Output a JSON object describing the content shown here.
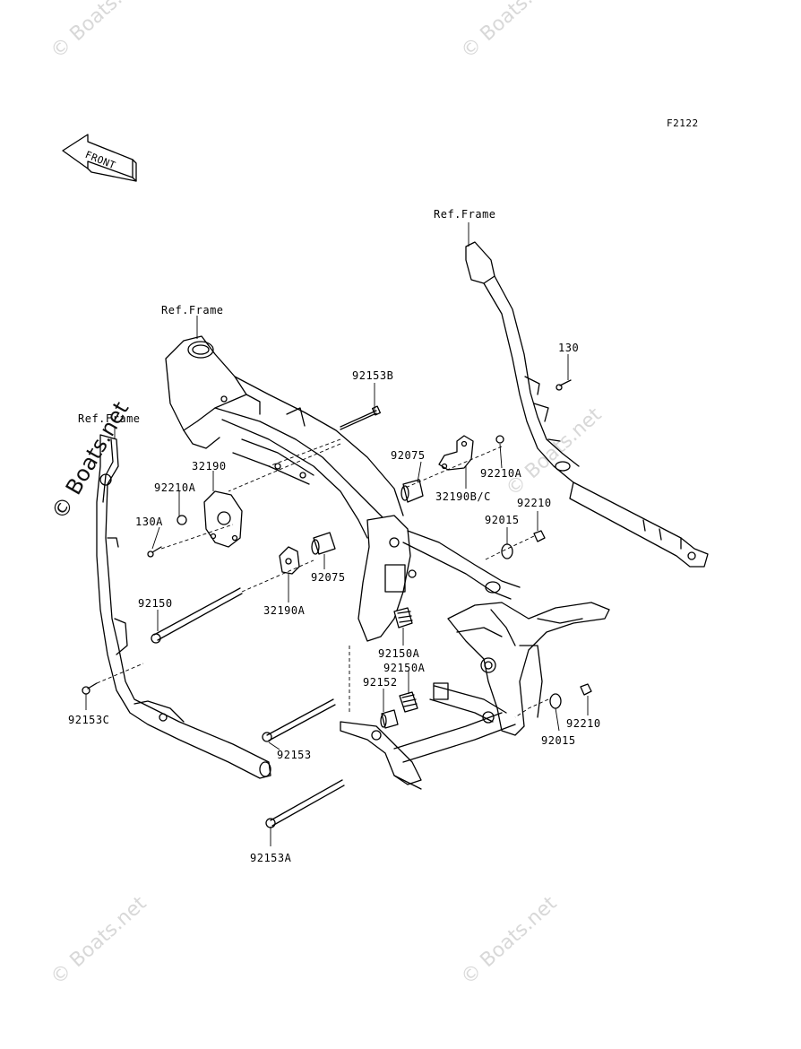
{
  "diagram_code": "F2122",
  "front_arrow": "FRONT",
  "ref_labels": [
    "Ref.Frame",
    "Ref.Frame",
    "Ref.Frame"
  ],
  "parts": {
    "p130": "130",
    "p92153B": "92153B",
    "p92075_upper": "92075",
    "p92210A_right": "92210A",
    "p32190BC": "32190B/C",
    "p92210_upper": "92210",
    "p92015_upper": "92015",
    "p32190": "32190",
    "p92210A_left": "92210A",
    "p130A": "130A",
    "p92075_lower": "92075",
    "p32190A": "32190A",
    "p92150": "92150",
    "p92150A_1": "92150A",
    "p92150A_2": "92150A",
    "p92152": "92152",
    "p92153C": "92153C",
    "p92153": "92153",
    "p92153A": "92153A",
    "p92210_lower": "92210",
    "p92015_lower": "92015"
  },
  "watermark": "© Boats.net"
}
